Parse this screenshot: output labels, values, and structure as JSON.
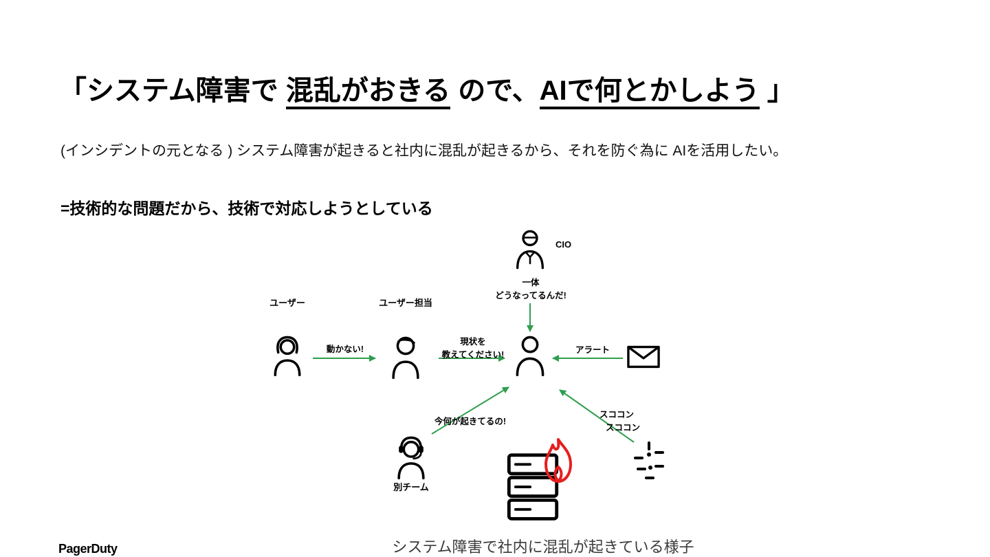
{
  "slide": {
    "title": {
      "part1": "「システム障害で ",
      "underline1": "混乱がおきる",
      "part2": " ので、",
      "underline2": "AIで何とかしよう",
      "part3": " 」"
    },
    "body_text": "(インシデントの元となる ) システム障害が起きると社内に混乱が起きるから、それを防ぐ為に AIを活用したい。",
    "emphasis": "=技術的な問題だから、技術で対応しようとしている",
    "caption": "システム障害で社内に混乱が起きている様子",
    "logo_text": "PagerDuty"
  },
  "diagram": {
    "cio": {
      "label": "CIO",
      "message_line1": "一体",
      "message_line2": "どうなってるんだ!"
    },
    "user": {
      "label": "ユーザー",
      "message": "動かない!"
    },
    "support": {
      "label": "ユーザー担当",
      "message_line1": "現状を",
      "message_line2": "教えてください!"
    },
    "alert": {
      "message": "アラート"
    },
    "team": {
      "label": "別チーム",
      "message": "今何が起きてるの!"
    },
    "clatter": {
      "message_line1": "スココン",
      "message_line2": "スココン"
    },
    "icons": [
      "cio-person-icon",
      "user-person-icon",
      "support-person-icon",
      "center-person-icon",
      "envelope-icon",
      "headset-person-icon",
      "server-icon",
      "flame-icon",
      "clatter-icon"
    ]
  },
  "colors": {
    "arrow_green": "#2f9e4e",
    "flame_red": "#e61e1e",
    "icon_black": "#000000",
    "background": "#ffffff"
  }
}
